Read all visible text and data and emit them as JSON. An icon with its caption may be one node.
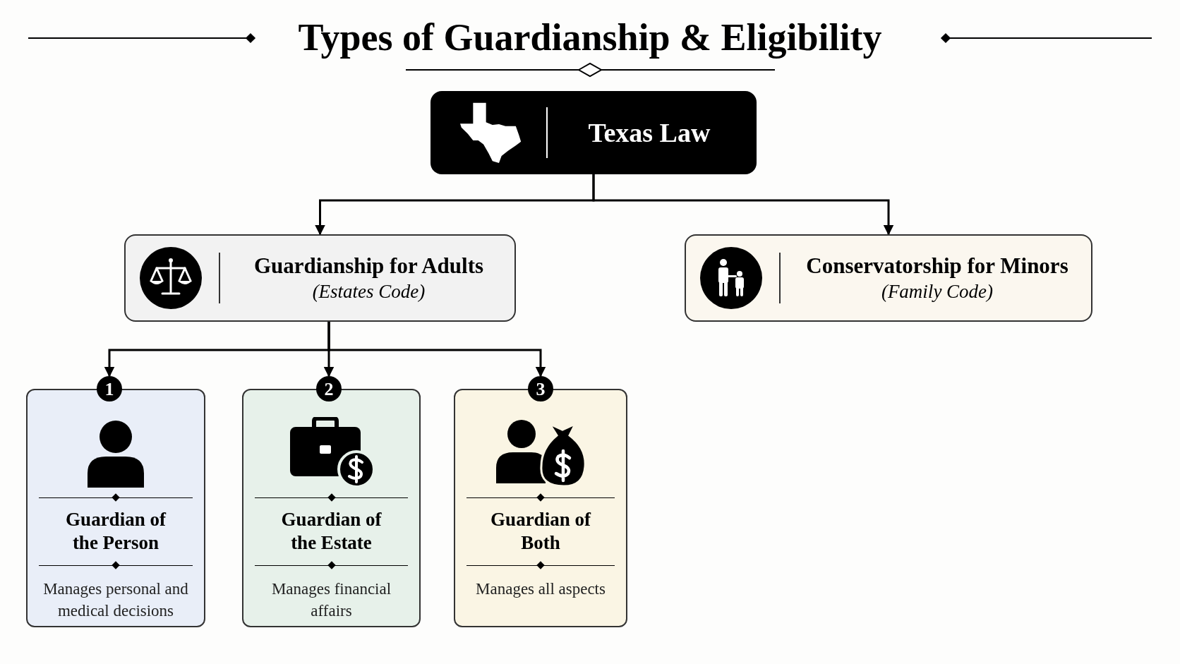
{
  "diagram": {
    "title": "Types of Guardianship & Eligibility",
    "nodes": [
      {
        "text": [
          "Texas Law"
        ]
      },
      {
        "text": [
          "Guardianship for Adults",
          "(Estates Code)"
        ]
      },
      {
        "text": [
          "Conservatorship for Minors",
          "(Family Code)"
        ]
      },
      {
        "text": [
          "1"
        ]
      },
      {
        "text": [
          "Guardian of the Person",
          "Manages personal and medical decisions"
        ]
      },
      {
        "text": [
          "2"
        ]
      },
      {
        "text": [
          "Guardian of the Estate",
          "Manages financial affairs"
        ]
      },
      {
        "text": [
          "3"
        ]
      },
      {
        "text": [
          "Guardian of Both",
          "Manages all aspects"
        ]
      }
    ],
    "edges": [
      {
        "from": 0,
        "to": 1,
        "arrow": "to"
      },
      {
        "from": 0,
        "to": 2,
        "arrow": "to"
      },
      {
        "from": 1,
        "to": 3,
        "arrow": "to"
      },
      {
        "from": 1,
        "to": 5,
        "arrow": "to"
      },
      {
        "from": 1,
        "to": 7,
        "arrow": "to"
      }
    ]
  }
}
